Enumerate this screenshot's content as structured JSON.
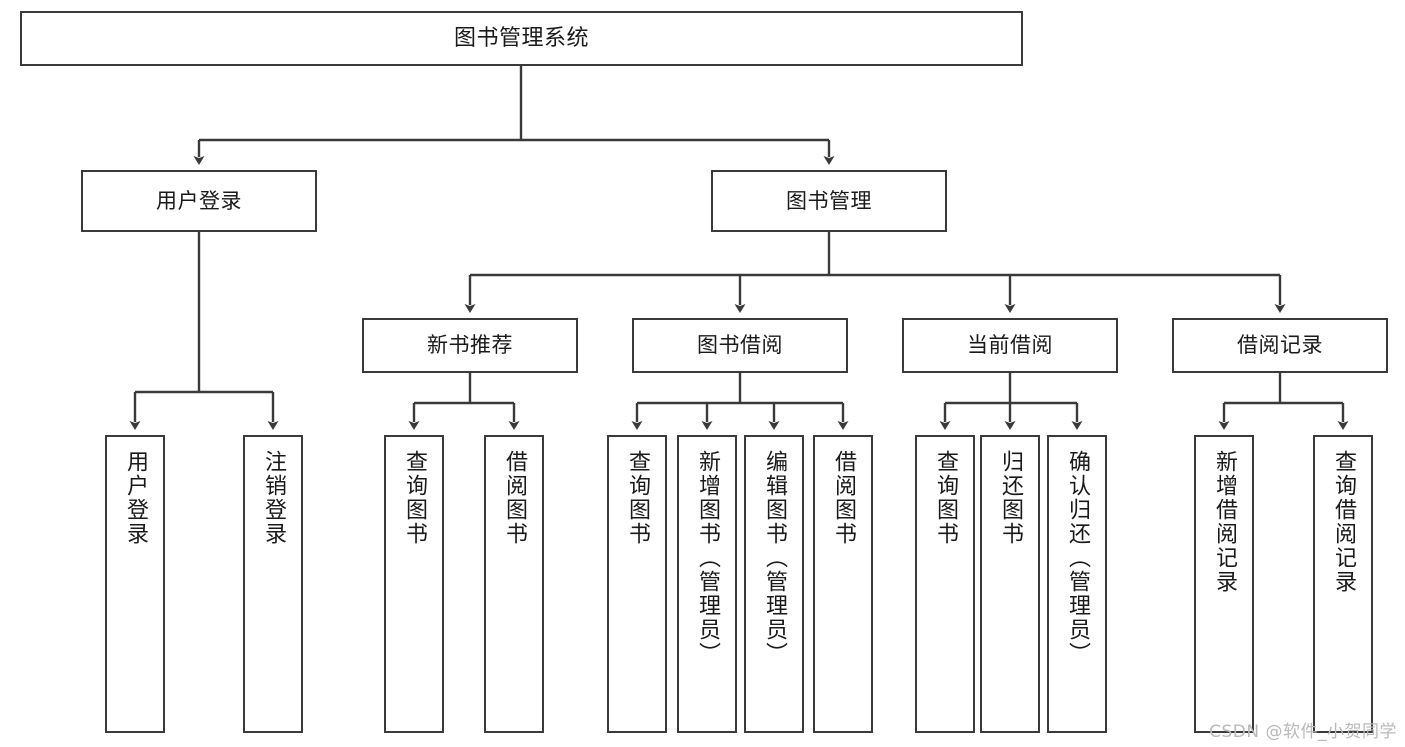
{
  "diagram": {
    "title": "图书管理系统",
    "type": "hierarchy-tree",
    "watermark": "CSDN @软件_小贺同学",
    "colors": {
      "node_border": "#3a3a3a",
      "node_fill": "#ffffff",
      "edge": "#3a3a3a",
      "text": "#1a1a1a",
      "watermark": "#b9b9b9",
      "background": "#ffffff"
    },
    "nodes": {
      "root": {
        "label": "图书管理系统"
      },
      "level2": [
        {
          "id": "user-login",
          "label": "用户登录"
        },
        {
          "id": "book-manage",
          "label": "图书管理"
        }
      ],
      "level3": [
        {
          "id": "new-book-recommend",
          "label": "新书推荐"
        },
        {
          "id": "book-borrow",
          "label": "图书借阅"
        },
        {
          "id": "current-borrow",
          "label": "当前借阅"
        },
        {
          "id": "borrow-record",
          "label": "借阅记录"
        }
      ],
      "leaves": {
        "user_login": [
          {
            "id": "leaf-user-login",
            "label": "用户登录"
          },
          {
            "id": "leaf-logout-login",
            "label": "注销登录"
          }
        ],
        "new_book_recommend": [
          {
            "id": "leaf-query-book-1",
            "label": "查询图书"
          },
          {
            "id": "leaf-borrow-book-1",
            "label": "借阅图书"
          }
        ],
        "book_borrow": [
          {
            "id": "leaf-query-book-2",
            "label": "查询图书"
          },
          {
            "id": "leaf-add-book",
            "label": "新增图书（管理员）"
          },
          {
            "id": "leaf-edit-book",
            "label": "编辑图书（管理员）"
          },
          {
            "id": "leaf-borrow-book-2",
            "label": "借阅图书"
          }
        ],
        "current_borrow": [
          {
            "id": "leaf-query-book-3",
            "label": "查询图书"
          },
          {
            "id": "leaf-return-book",
            "label": "归还图书"
          },
          {
            "id": "leaf-confirm-return",
            "label": "确认归还（管理员）"
          }
        ],
        "borrow_record": [
          {
            "id": "leaf-add-record",
            "label": "新增借阅记录"
          },
          {
            "id": "leaf-query-record",
            "label": "查询借阅记录"
          }
        ]
      }
    }
  }
}
